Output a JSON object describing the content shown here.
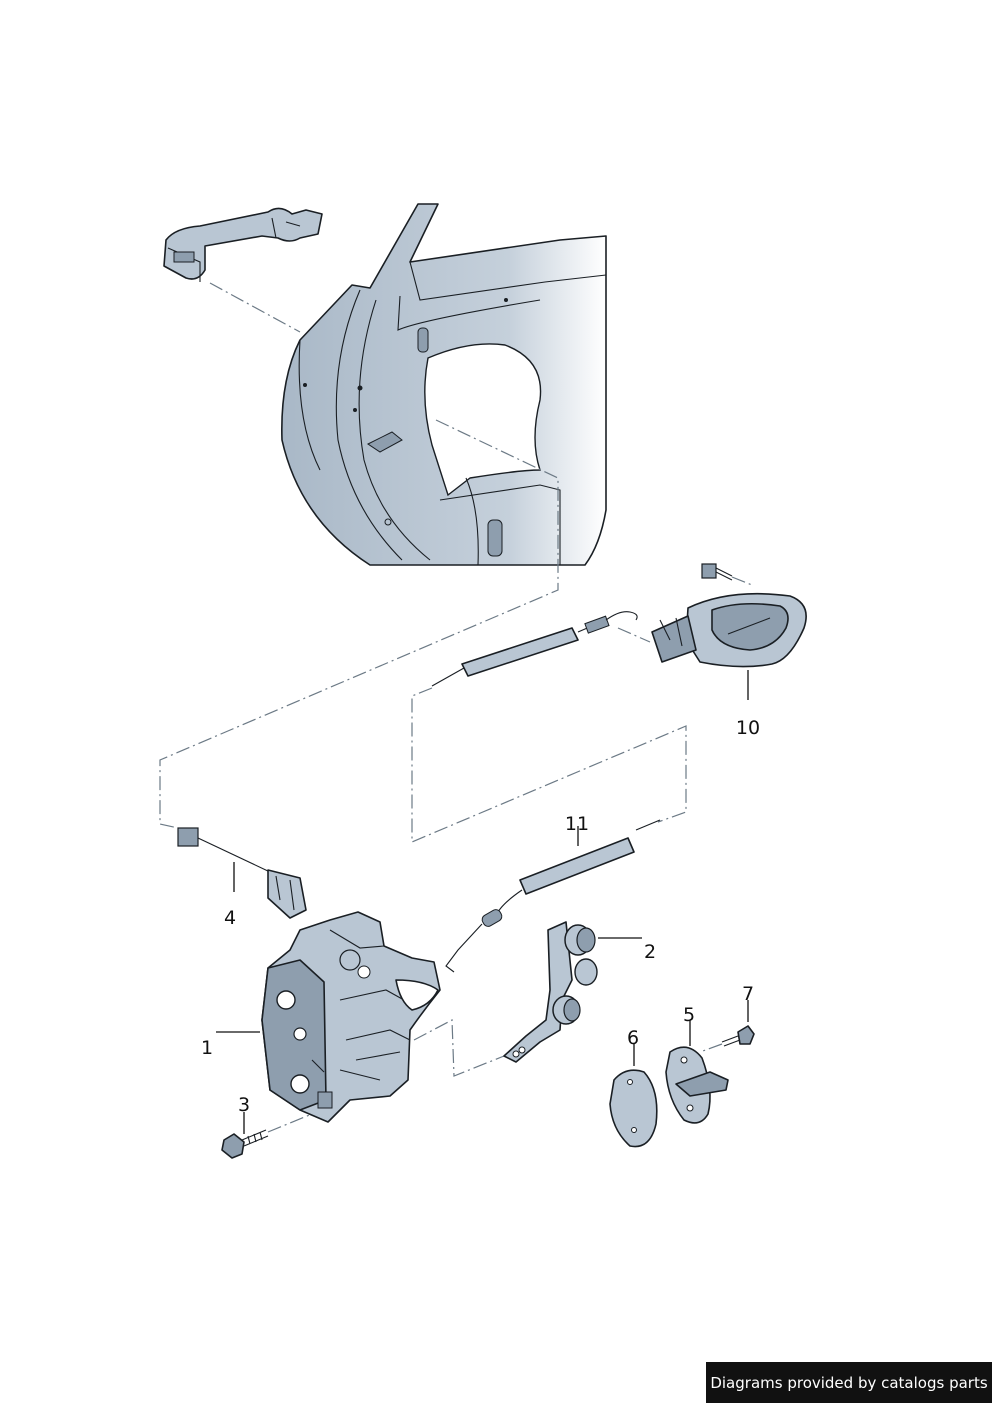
{
  "callouts": {
    "c1": "1",
    "c2": "2",
    "c3": "3",
    "c4": "4",
    "c5": "5",
    "c6": "6",
    "c7": "7",
    "c10": "10",
    "c11": "11"
  },
  "credit": "Diagrams provided by catalogs parts",
  "colors": {
    "part_fill": "#b9c6d3",
    "part_fill_dark": "#8e9eae",
    "outline": "#1a1f24",
    "dash": "#6c7a86"
  }
}
